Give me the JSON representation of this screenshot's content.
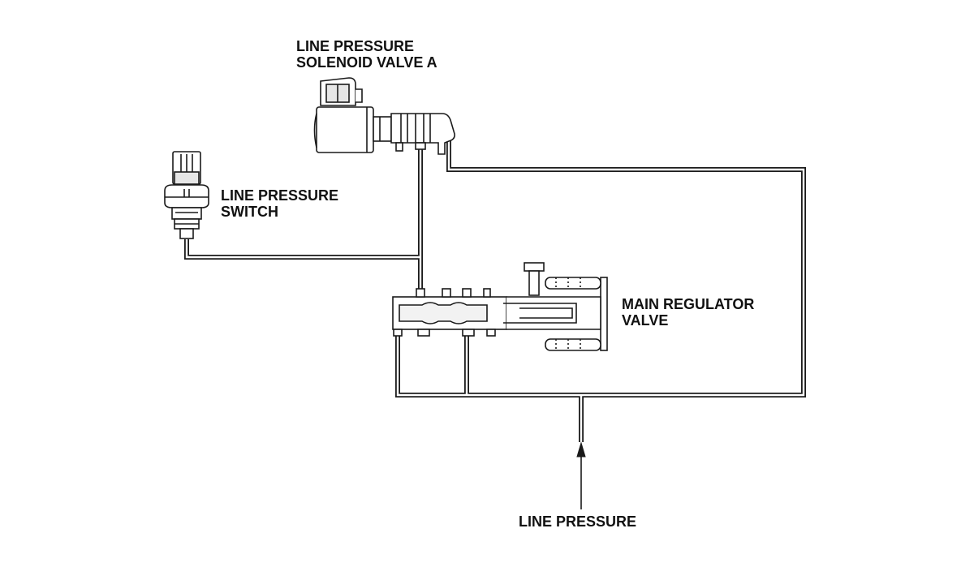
{
  "labels": {
    "solenoid": {
      "line1": "LINE PRESSURE",
      "line2": "SOLENOID VALVE A"
    },
    "switch": {
      "line1": "LINE PRESSURE",
      "line2": "SWITCH"
    },
    "regulator": {
      "line1": "MAIN REGULATOR",
      "line2": "VALVE"
    },
    "line_pressure": "LINE PRESSURE"
  },
  "colors": {
    "ink": "#1a1a1a",
    "body_fill": "#ffffff",
    "shade": "#e6e6e6"
  }
}
